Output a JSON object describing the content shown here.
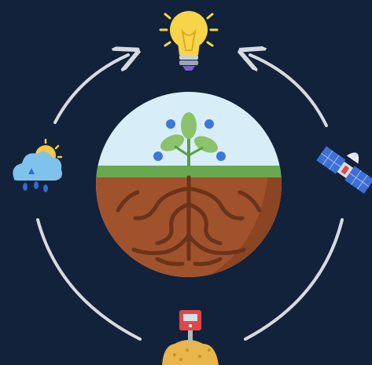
{
  "diagram": {
    "type": "cycle",
    "colors": {
      "background": "#12223a",
      "arrow": "#d6dbe2",
      "sky": "#d7eef8",
      "grass": "#6aa84f",
      "soil": "#a0522d",
      "soil_dark": "#7a3a1a",
      "roots": "#6b3318",
      "leaf": "#8cc26a",
      "dots": "#3d78d8"
    },
    "center": {
      "name": "plant-soil-globe",
      "icon": "plant-with-roots-icon"
    },
    "nodes": [
      {
        "name": "idea",
        "icon": "lightbulb-icon"
      },
      {
        "name": "satellite",
        "icon": "satellite-icon"
      },
      {
        "name": "soil-sensor",
        "icon": "soil-sensor-icon"
      },
      {
        "name": "weather",
        "icon": "weather-cloud-sun-rain-icon"
      }
    ],
    "arrows": [
      {
        "name": "weather-to-idea",
        "direction": "clockwise"
      },
      {
        "name": "satellite-to-idea",
        "direction": "counterclockwise"
      },
      {
        "name": "sensor-to-satellite",
        "direction": "none"
      },
      {
        "name": "sensor-to-weather",
        "direction": "none"
      }
    ]
  }
}
